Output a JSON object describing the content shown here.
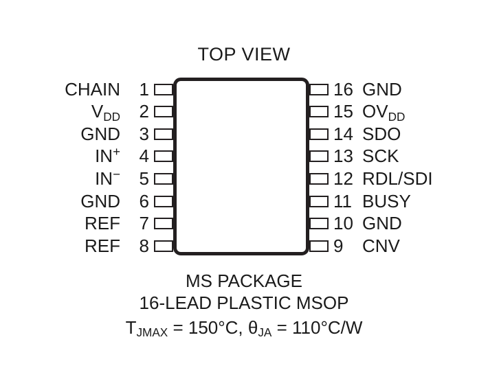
{
  "diagram": {
    "title": "TOP VIEW",
    "package_outline_color": "#231f20",
    "background_color": "#ffffff",
    "left_pins": [
      {
        "number": "1",
        "name": "CHAIN",
        "sub": "",
        "sup": ""
      },
      {
        "number": "2",
        "name": "V",
        "sub": "DD",
        "sup": ""
      },
      {
        "number": "3",
        "name": "GND",
        "sub": "",
        "sup": ""
      },
      {
        "number": "4",
        "name": "IN",
        "sub": "",
        "sup": "+"
      },
      {
        "number": "5",
        "name": "IN",
        "sub": "",
        "sup": "−"
      },
      {
        "number": "6",
        "name": "GND",
        "sub": "",
        "sup": ""
      },
      {
        "number": "7",
        "name": "REF",
        "sub": "",
        "sup": ""
      },
      {
        "number": "8",
        "name": "REF",
        "sub": "",
        "sup": ""
      }
    ],
    "right_pins": [
      {
        "number": "16",
        "name": "GND",
        "sub": "",
        "sup": ""
      },
      {
        "number": "15",
        "name": "OV",
        "sub": "DD",
        "sup": ""
      },
      {
        "number": "14",
        "name": "SDO",
        "sub": "",
        "sup": ""
      },
      {
        "number": "13",
        "name": "SCK",
        "sub": "",
        "sup": ""
      },
      {
        "number": "12",
        "name": "RDL/SDI",
        "sub": "",
        "sup": ""
      },
      {
        "number": "11",
        "name": "BUSY",
        "sub": "",
        "sup": ""
      },
      {
        "number": "10",
        "name": "GND",
        "sub": "",
        "sup": ""
      },
      {
        "number": "9",
        "name": "CNV",
        "sub": "",
        "sup": ""
      }
    ],
    "caption": {
      "package_name": "MS PACKAGE",
      "package_description": "16-LEAD PLASTIC MSOP",
      "thermal": {
        "tj_symbol": "T",
        "tj_sub": "JMAX",
        "tj_value": " = 150°C, ",
        "theta_symbol": "θ",
        "theta_sub": "JA",
        "theta_value": " = 110°C/W"
      }
    }
  }
}
